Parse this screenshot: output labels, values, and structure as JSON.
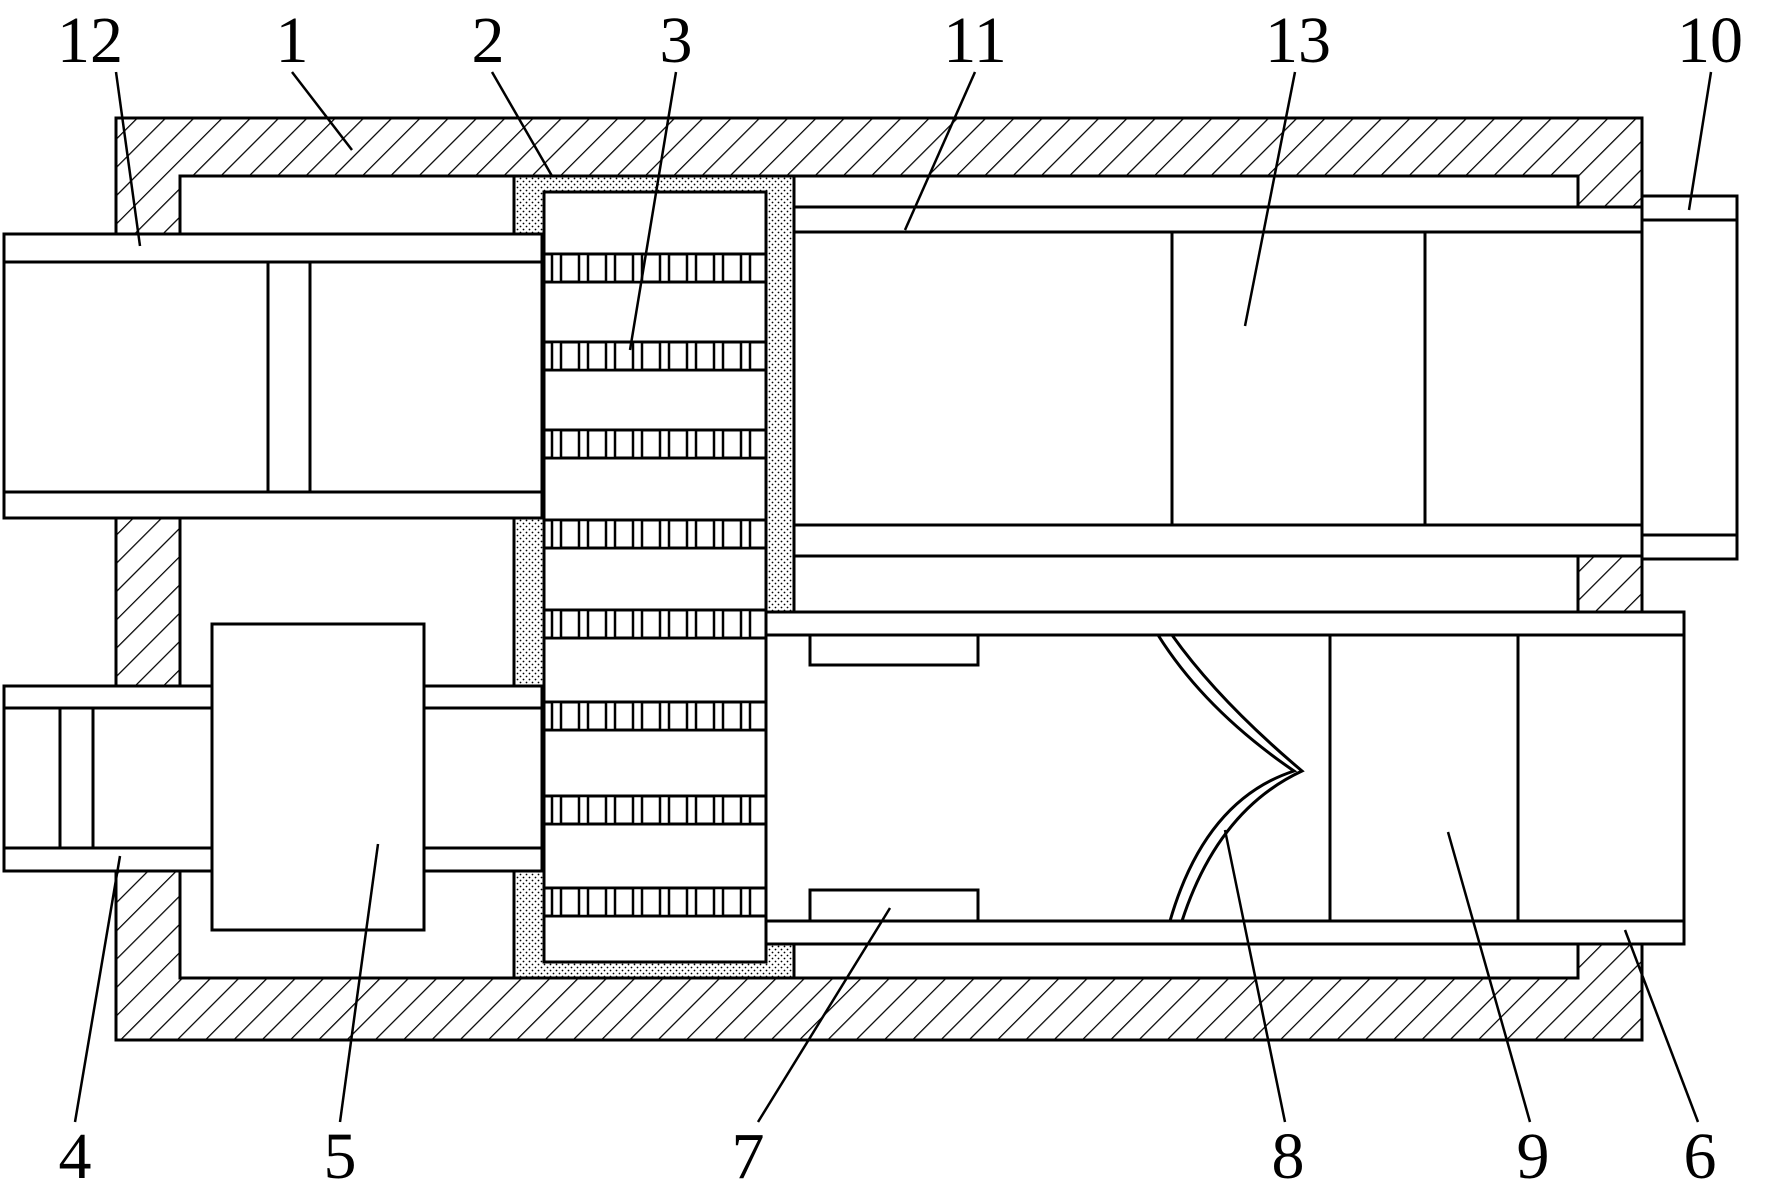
{
  "labels": {
    "top": [
      "12",
      "1",
      "2",
      "3",
      "11",
      "13",
      "10"
    ],
    "bottom": [
      "4",
      "5",
      "7",
      "8",
      "9",
      "6"
    ]
  }
}
